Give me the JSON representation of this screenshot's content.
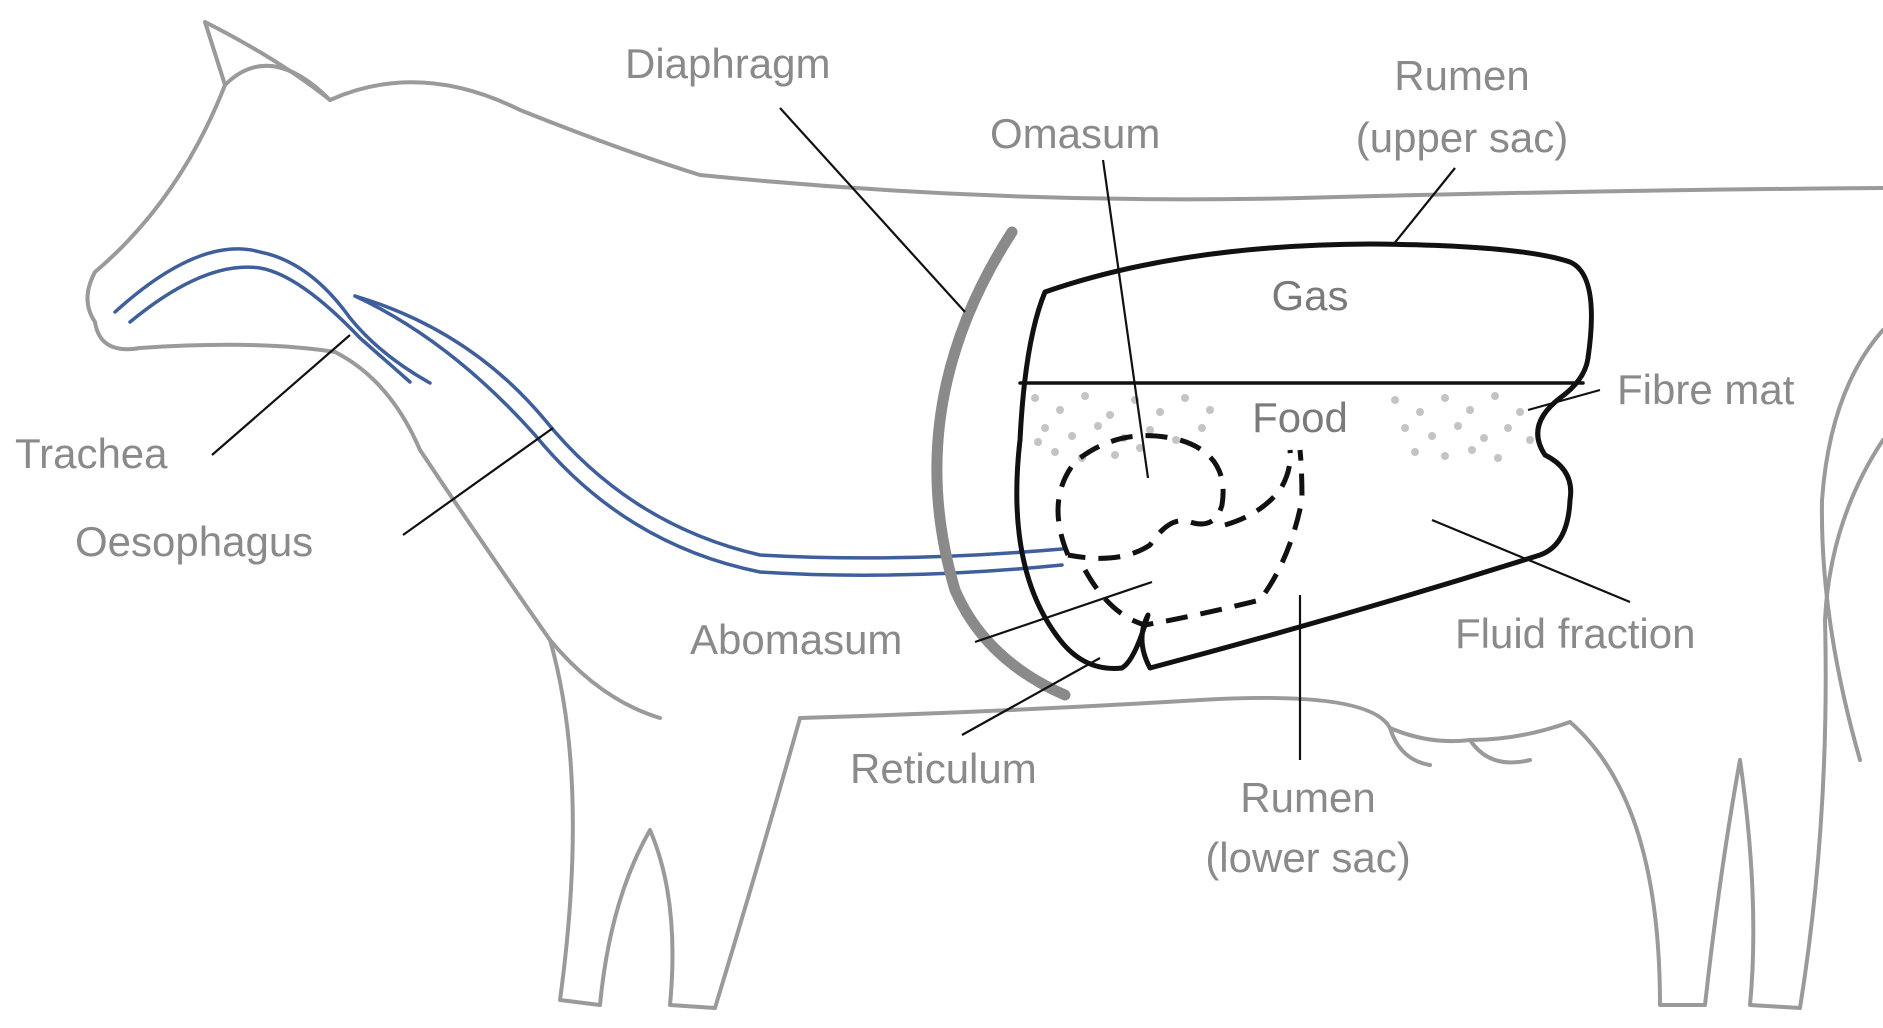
{
  "labels": {
    "diaphragm": "Diaphragm",
    "omasum": "Omasum",
    "rumen_upper_1": "Rumen",
    "rumen_upper_2": "(upper sac)",
    "gas": "Gas",
    "food": "Food",
    "fibre_mat": "Fibre mat",
    "trachea": "Trachea",
    "oesophagus": "Oesophagus",
    "abomasum": "Abomasum",
    "fluid_fraction": "Fluid fraction",
    "reticulum": "Reticulum",
    "rumen_lower_1": "Rumen",
    "rumen_lower_2": "(lower sac)"
  },
  "colors": {
    "cow_outline": "#9a9a9a",
    "tubes": "#3e5f9b",
    "organ_outline": "#111111",
    "label_text": "#8a8a8a",
    "particles": "#c4c4c4"
  }
}
